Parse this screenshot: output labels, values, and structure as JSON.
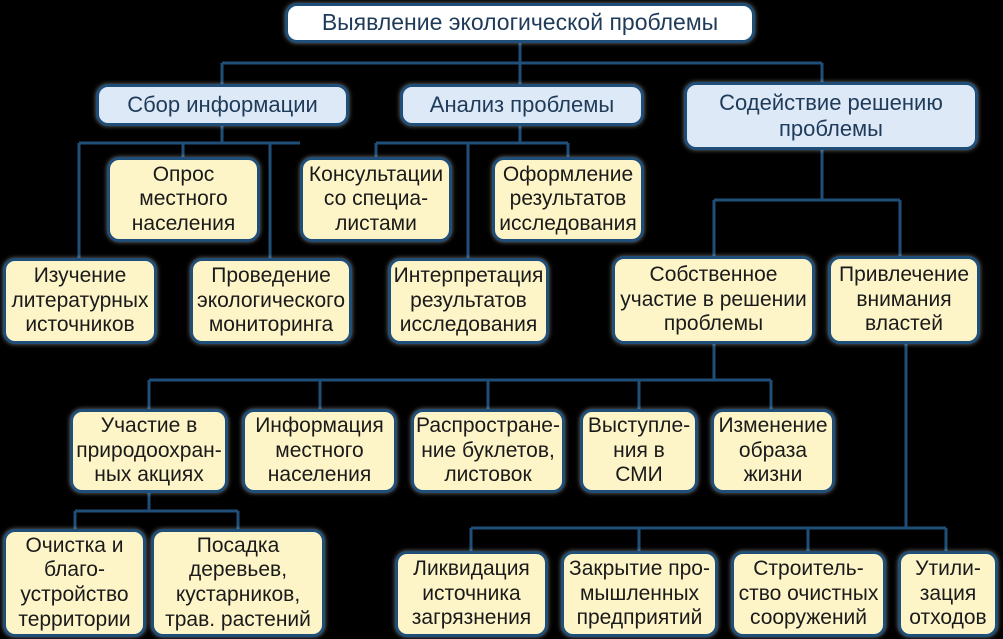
{
  "colors": {
    "background": "#000000",
    "box_fill": "#fdf5c8",
    "top_box_fill": "#ffffff",
    "header_box_fill": "#dde9f6",
    "border": "#1f4e79",
    "connector": "#1f4e79"
  },
  "nodes": {
    "root": "Выявление экологической проблемы",
    "collect": "Сбор информации",
    "analysis": "Анализ проблемы",
    "assist": "Содействие решению\nпроблемы",
    "survey": "Опрос\nместного\nнаселения",
    "literature": "Изучение\nлитературных\nисточников",
    "monitoring": "Проведение\nэкологического\nмониторинга",
    "consult": "Консультации\nсо специа-\nлистами",
    "design": "Оформление\nрезультатов\nисследования",
    "interpret": "Интерпретация\nрезультатов\nисследования",
    "own": "Собственное\nучастие в решении\nпроблемы",
    "authorities": "Привлечение\nвнимания\nвластей",
    "actions": "Участие в\nприродоохран-\nных акциях",
    "inform": "Информация\nместного\nнаселения",
    "booklets": "Распростране-\nние буклетов,\nлистовок",
    "media": "Выступле-\nния в СМИ",
    "lifestyle": "Изменение\nобраза\nжизни",
    "cleaning": "Очистка и\nблаго-\nустройство\nтерритории",
    "planting": "Посадка\nдеревьев,\nкустарников,\nтрав. растений",
    "eliminate": "Ликвидация\nисточника\nзагрязнения",
    "closing": "Закрытие про-\nмышленных\nпредприятий",
    "construction": "Строитель-\nство очистных\nсооружений",
    "recycling": "Утили-\nзация\nотходов"
  },
  "edges": [
    [
      "root",
      "collect"
    ],
    [
      "root",
      "analysis"
    ],
    [
      "root",
      "assist"
    ],
    [
      "collect",
      "survey"
    ],
    [
      "collect",
      "literature"
    ],
    [
      "collect",
      "monitoring"
    ],
    [
      "analysis",
      "consult"
    ],
    [
      "analysis",
      "design"
    ],
    [
      "analysis",
      "interpret"
    ],
    [
      "assist",
      "own"
    ],
    [
      "assist",
      "authorities"
    ],
    [
      "own",
      "actions"
    ],
    [
      "own",
      "inform"
    ],
    [
      "own",
      "booklets"
    ],
    [
      "own",
      "media"
    ],
    [
      "own",
      "lifestyle"
    ],
    [
      "actions",
      "cleaning"
    ],
    [
      "actions",
      "planting"
    ],
    [
      "authorities",
      "eliminate"
    ],
    [
      "authorities",
      "closing"
    ],
    [
      "authorities",
      "construction"
    ],
    [
      "authorities",
      "recycling"
    ]
  ]
}
